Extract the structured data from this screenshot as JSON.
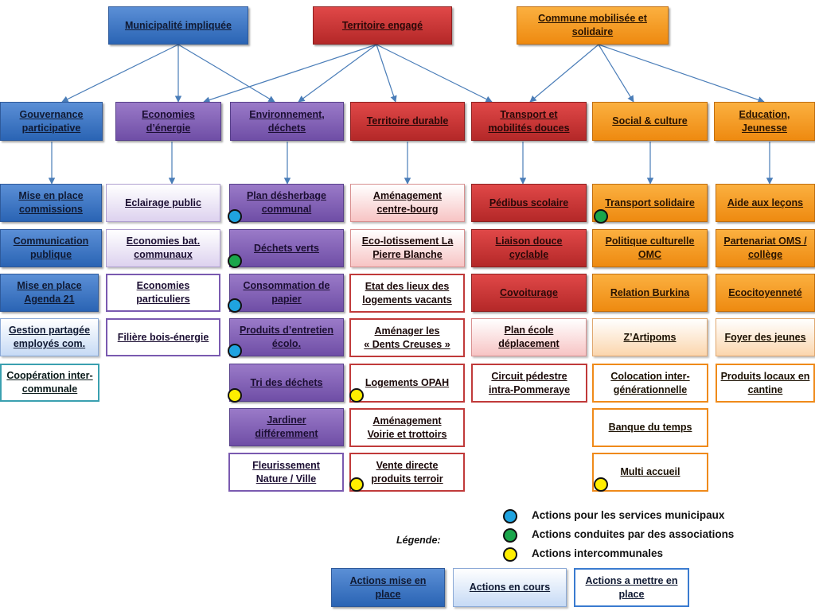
{
  "colors": {
    "blue": "#3a7bd0",
    "red": "#c83232",
    "orange": "#f5a02a",
    "purple": "#7d5fb5",
    "connector": "#4a7db8",
    "dot_blue": "#1fa3e0",
    "dot_green": "#1aa64b",
    "dot_yellow": "#ffee00"
  },
  "top": {
    "municipalite": "Municipalité impliquée",
    "territoire": "Territoire engagé",
    "commune": [
      "Commune mobilisée et",
      "solidaire"
    ]
  },
  "categories": {
    "gouvernance": [
      "Gouvernance",
      "participative"
    ],
    "economies": [
      "Economies",
      "d’énergie"
    ],
    "environnement": [
      "Environnement,",
      "déchets"
    ],
    "territoire_durable": "Territoire durable",
    "transport": [
      "Transport et",
      "mobilités douces"
    ],
    "social": "Social & culture",
    "education": [
      "Education,",
      "Jeunesse"
    ]
  },
  "actions": {
    "gouvernance": [
      [
        "Mise en place",
        "commissions"
      ],
      [
        "Communication",
        "publique"
      ],
      [
        "Mise en place",
        "Agenda 21"
      ],
      [
        "Gestion partagée",
        "employés com."
      ],
      [
        "Coopération inter-",
        "communale"
      ]
    ],
    "economies": [
      "Eclairage public",
      [
        "Economies bat.",
        "communaux"
      ],
      [
        "Economies",
        "particuliers"
      ],
      "Filière bois-énergie"
    ],
    "environnement": [
      [
        "Plan désherbage",
        "communal"
      ],
      "Déchets verts",
      [
        "Consommation de",
        "papier"
      ],
      [
        "Produits d’entretien",
        "écolo."
      ],
      "Tri des déchets",
      [
        "Jardiner",
        "différemment"
      ],
      [
        "Fleurissement",
        "Nature / Ville"
      ]
    ],
    "territoire_durable": [
      [
        "Aménagement",
        "centre-bourg"
      ],
      [
        "Eco-lotissement La",
        "Pierre Blanche"
      ],
      [
        "Etat des lieux des",
        "logements vacants"
      ],
      [
        "Aménager les",
        "« Dents Creuses »"
      ],
      "Logements OPAH",
      [
        "Aménagement",
        "Voirie et trottoirs"
      ],
      [
        "Vente directe",
        "produits terroir"
      ]
    ],
    "transport": [
      "Pédibus scolaire",
      [
        "Liaison douce",
        "cyclable"
      ],
      "Covoiturage",
      [
        "Plan école",
        "déplacement"
      ],
      [
        "Circuit pédestre",
        "intra-Pommeraye"
      ]
    ],
    "social": [
      "Transport solidaire",
      [
        "Politique culturelle",
        "OMC"
      ],
      "Relation Burkina",
      "Z’Artipoms",
      [
        "Colocation inter-",
        "générationnelle"
      ],
      "Banque du temps",
      "Multi accueil"
    ],
    "education": [
      "Aide aux leçons",
      [
        "Partenariat OMS /",
        "collège"
      ],
      "Ecocitoyenneté",
      "Foyer des jeunes",
      [
        "Produits locaux en",
        "cantine"
      ]
    ]
  },
  "legend": {
    "title": "Légende:",
    "items": [
      {
        "color": "#1fa3e0",
        "label": "Actions pour les services municipaux"
      },
      {
        "color": "#1aa64b",
        "label": "Actions  conduites par des associations"
      },
      {
        "color": "#ffee00",
        "label": "Actions intercommunales"
      }
    ],
    "status": [
      [
        "Actions mise en",
        "place"
      ],
      "Actions en cours",
      [
        "Actions a mettre en",
        "place"
      ]
    ]
  }
}
